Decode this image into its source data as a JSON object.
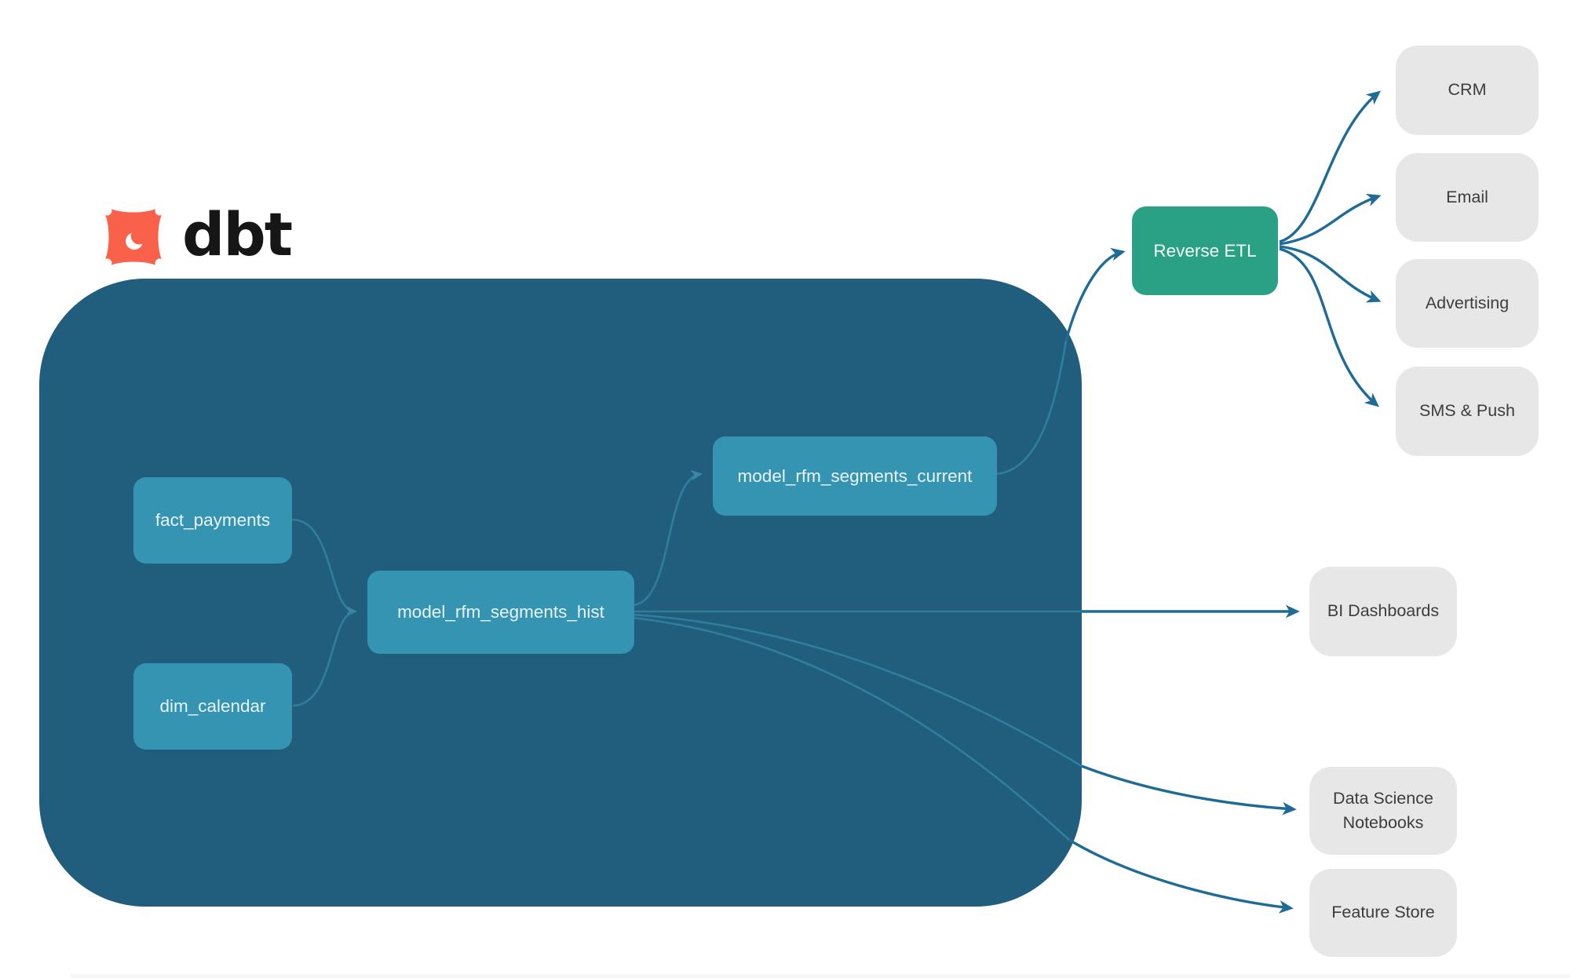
{
  "logo": {
    "wordmark": "dbt",
    "icon": "dbt-star-icon"
  },
  "nodes": {
    "fact_payments": {
      "label": "fact_payments",
      "type": "source-model"
    },
    "dim_calendar": {
      "label": "dim_calendar",
      "type": "source-model"
    },
    "hist": {
      "label": "model_rfm_segments_hist",
      "type": "model"
    },
    "current": {
      "label": "model_rfm_segments_current",
      "type": "model"
    },
    "reverse_etl": {
      "label": "Reverse ETL",
      "type": "activation"
    },
    "crm": {
      "label": "CRM",
      "type": "destination"
    },
    "email": {
      "label": "Email",
      "type": "destination"
    },
    "advertising": {
      "label": "Advertising",
      "type": "destination"
    },
    "sms_push": {
      "label": "SMS & Push",
      "type": "destination"
    },
    "bi_dashboards": {
      "label": "BI Dashboards",
      "type": "destination"
    },
    "ds_notebooks": {
      "label": "Data Science Notebooks",
      "type": "destination"
    },
    "feature_store": {
      "label": "Feature Store",
      "type": "destination"
    }
  },
  "edges": [
    {
      "from": "fact_payments",
      "to": "hist"
    },
    {
      "from": "dim_calendar",
      "to": "hist"
    },
    {
      "from": "hist",
      "to": "current"
    },
    {
      "from": "current",
      "to": "reverse_etl"
    },
    {
      "from": "reverse_etl",
      "to": "crm"
    },
    {
      "from": "reverse_etl",
      "to": "email"
    },
    {
      "from": "reverse_etl",
      "to": "advertising"
    },
    {
      "from": "reverse_etl",
      "to": "sms_push"
    },
    {
      "from": "hist",
      "to": "bi_dashboards"
    },
    {
      "from": "hist",
      "to": "ds_notebooks"
    },
    {
      "from": "hist",
      "to": "feature_store"
    }
  ],
  "colors": {
    "container": "#215d7c",
    "model_node": "#3494b2",
    "reverse_etl_node": "#2aa185",
    "destination_node": "#e7e7e7",
    "connector_dark": "#1d6b96",
    "connector_light": "#2f7e9e",
    "logo_orange": "#f9614b",
    "wordmark": "#161616"
  }
}
